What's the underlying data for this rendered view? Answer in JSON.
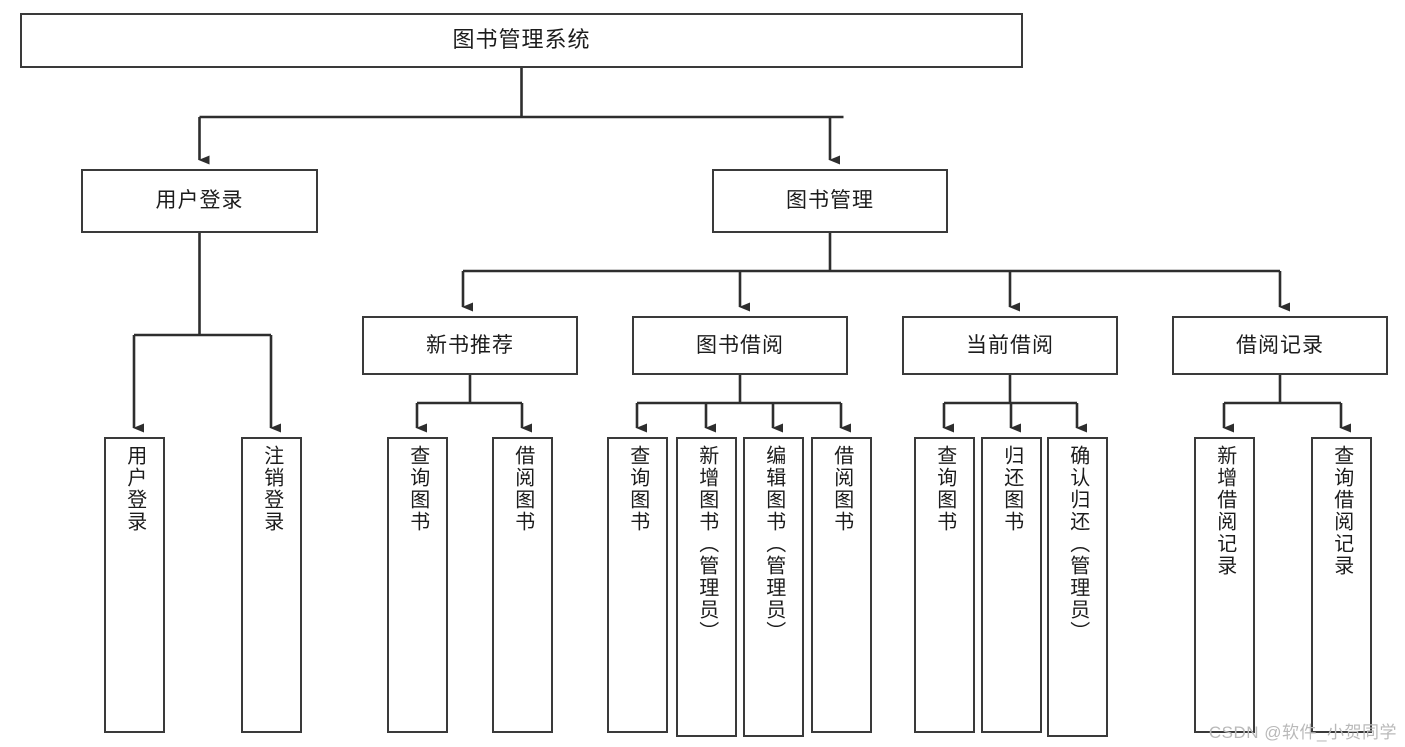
{
  "diagram": {
    "title": "图书管理系统",
    "type": "tree-hierarchy-diagram",
    "colors": {
      "stroke": "#3a3a3a",
      "fill": "#ffffff",
      "text": "#1c1c1c",
      "watermark": "#b9b9b9"
    },
    "root": {
      "label": "图书管理系统"
    },
    "level2": [
      {
        "label": "用户登录"
      },
      {
        "label": "图书管理"
      }
    ],
    "level3": [
      {
        "label": "新书推荐"
      },
      {
        "label": "图书借阅"
      },
      {
        "label": "当前借阅"
      },
      {
        "label": "借阅记录"
      }
    ],
    "leaves": {
      "user_login": [
        {
          "label": "用户登录"
        },
        {
          "label": "注销登录"
        }
      ],
      "new_book_recommend": [
        {
          "label": "查询图书"
        },
        {
          "label": "借阅图书"
        }
      ],
      "book_borrow": [
        {
          "label": "查询图书"
        },
        {
          "label": "新增图书（管理员）"
        },
        {
          "label": "编辑图书（管理员）"
        },
        {
          "label": "借阅图书"
        }
      ],
      "current_borrow": [
        {
          "label": "查询图书"
        },
        {
          "label": "归还图书"
        },
        {
          "label": "确认归还（管理员）"
        }
      ],
      "borrow_record": [
        {
          "label": "新增借阅记录"
        },
        {
          "label": "查询借阅记录"
        }
      ]
    }
  },
  "watermark": {
    "text": "CSDN @软件_小贺同学"
  }
}
